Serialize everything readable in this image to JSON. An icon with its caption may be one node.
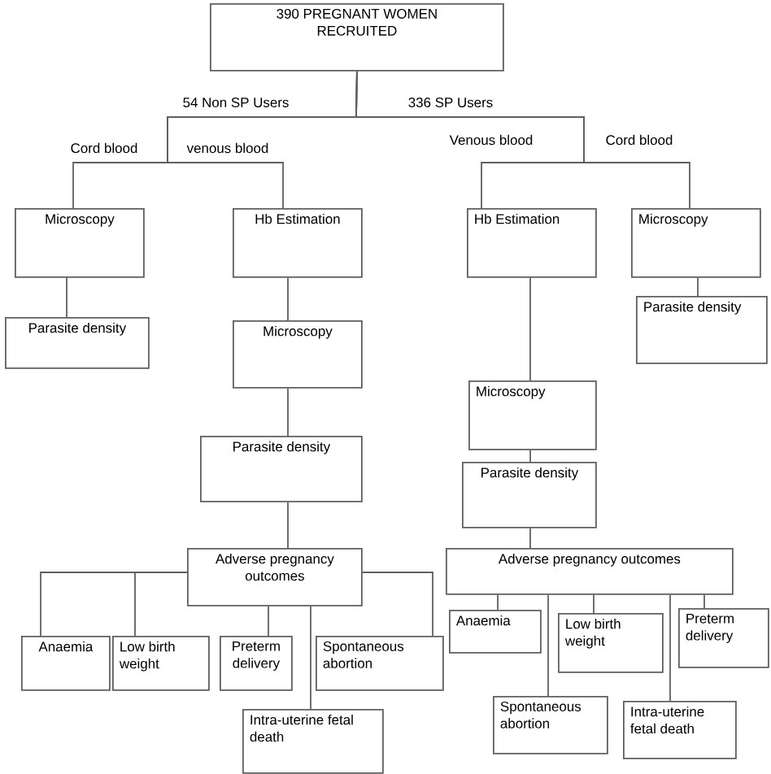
{
  "diagram": {
    "nodes": [
      {
        "text": [
          "390 PREGNANT WOMEN RECRUITED"
        ]
      },
      {
        "text": [
          "Microscopy"
        ]
      },
      {
        "text": [
          "Hb Estimation"
        ]
      },
      {
        "text": [
          "Parasite density"
        ]
      },
      {
        "text": [
          "Microscopy"
        ]
      },
      {
        "text": [
          "Parasite density"
        ]
      },
      {
        "text": [
          "Adverse pregnancy outcomes"
        ]
      },
      {
        "text": [
          "Anaemia"
        ]
      },
      {
        "text": [
          "Low birth weight"
        ]
      },
      {
        "text": [
          "Preterm delivery"
        ]
      },
      {
        "text": [
          "Spontaneous abortion"
        ]
      },
      {
        "text": [
          "Intra-uterine fetal death"
        ]
      },
      {
        "text": [
          "Hb Estimation"
        ]
      },
      {
        "text": [
          "Microscopy"
        ]
      },
      {
        "text": [
          "Parasite density"
        ]
      },
      {
        "text": [
          "Microscopy"
        ]
      },
      {
        "text": [
          "Parasite density"
        ]
      },
      {
        "text": [
          "Adverse pregnancy outcomes"
        ]
      },
      {
        "text": [
          "Anaemia"
        ]
      },
      {
        "text": [
          "Low birth weight"
        ]
      },
      {
        "text": [
          "Preterm delivery"
        ]
      },
      {
        "text": [
          "Spontaneous abortion"
        ]
      },
      {
        "text": [
          "Intra-uterine fetal death"
        ]
      }
    ],
    "edges": [
      {
        "from": 0,
        "to": 1,
        "arrow": "none",
        "label": "Cord blood"
      },
      {
        "from": 0,
        "to": 2,
        "arrow": "none",
        "label": "venous blood"
      },
      {
        "from": 0,
        "to": 12,
        "arrow": "none",
        "label": "Venous blood"
      },
      {
        "from": 0,
        "to": 13,
        "arrow": "none",
        "label": "Cord blood"
      },
      {
        "from": 1,
        "to": 3,
        "arrow": "none"
      },
      {
        "from": 2,
        "to": 4,
        "arrow": "none"
      },
      {
        "from": 4,
        "to": 5,
        "arrow": "none"
      },
      {
        "from": 5,
        "to": 6,
        "arrow": "none"
      },
      {
        "from": 6,
        "to": 7,
        "arrow": "none"
      },
      {
        "from": 6,
        "to": 8,
        "arrow": "none"
      },
      {
        "from": 6,
        "to": 9,
        "arrow": "none"
      },
      {
        "from": 6,
        "to": 10,
        "arrow": "none"
      },
      {
        "from": 6,
        "to": 11,
        "arrow": "none"
      },
      {
        "from": 13,
        "to": 14,
        "arrow": "none"
      },
      {
        "from": 12,
        "to": 15,
        "arrow": "none"
      },
      {
        "from": 15,
        "to": 16,
        "arrow": "none"
      },
      {
        "from": 16,
        "to": 17,
        "arrow": "none"
      },
      {
        "from": 17,
        "to": 18,
        "arrow": "none"
      },
      {
        "from": 17,
        "to": 19,
        "arrow": "none"
      },
      {
        "from": 17,
        "to": 20,
        "arrow": "none"
      },
      {
        "from": 17,
        "to": 21,
        "arrow": "none"
      },
      {
        "from": 17,
        "to": 22,
        "arrow": "none"
      }
    ],
    "labels": [
      "54 Non SP Users",
      "336 SP Users"
    ]
  }
}
